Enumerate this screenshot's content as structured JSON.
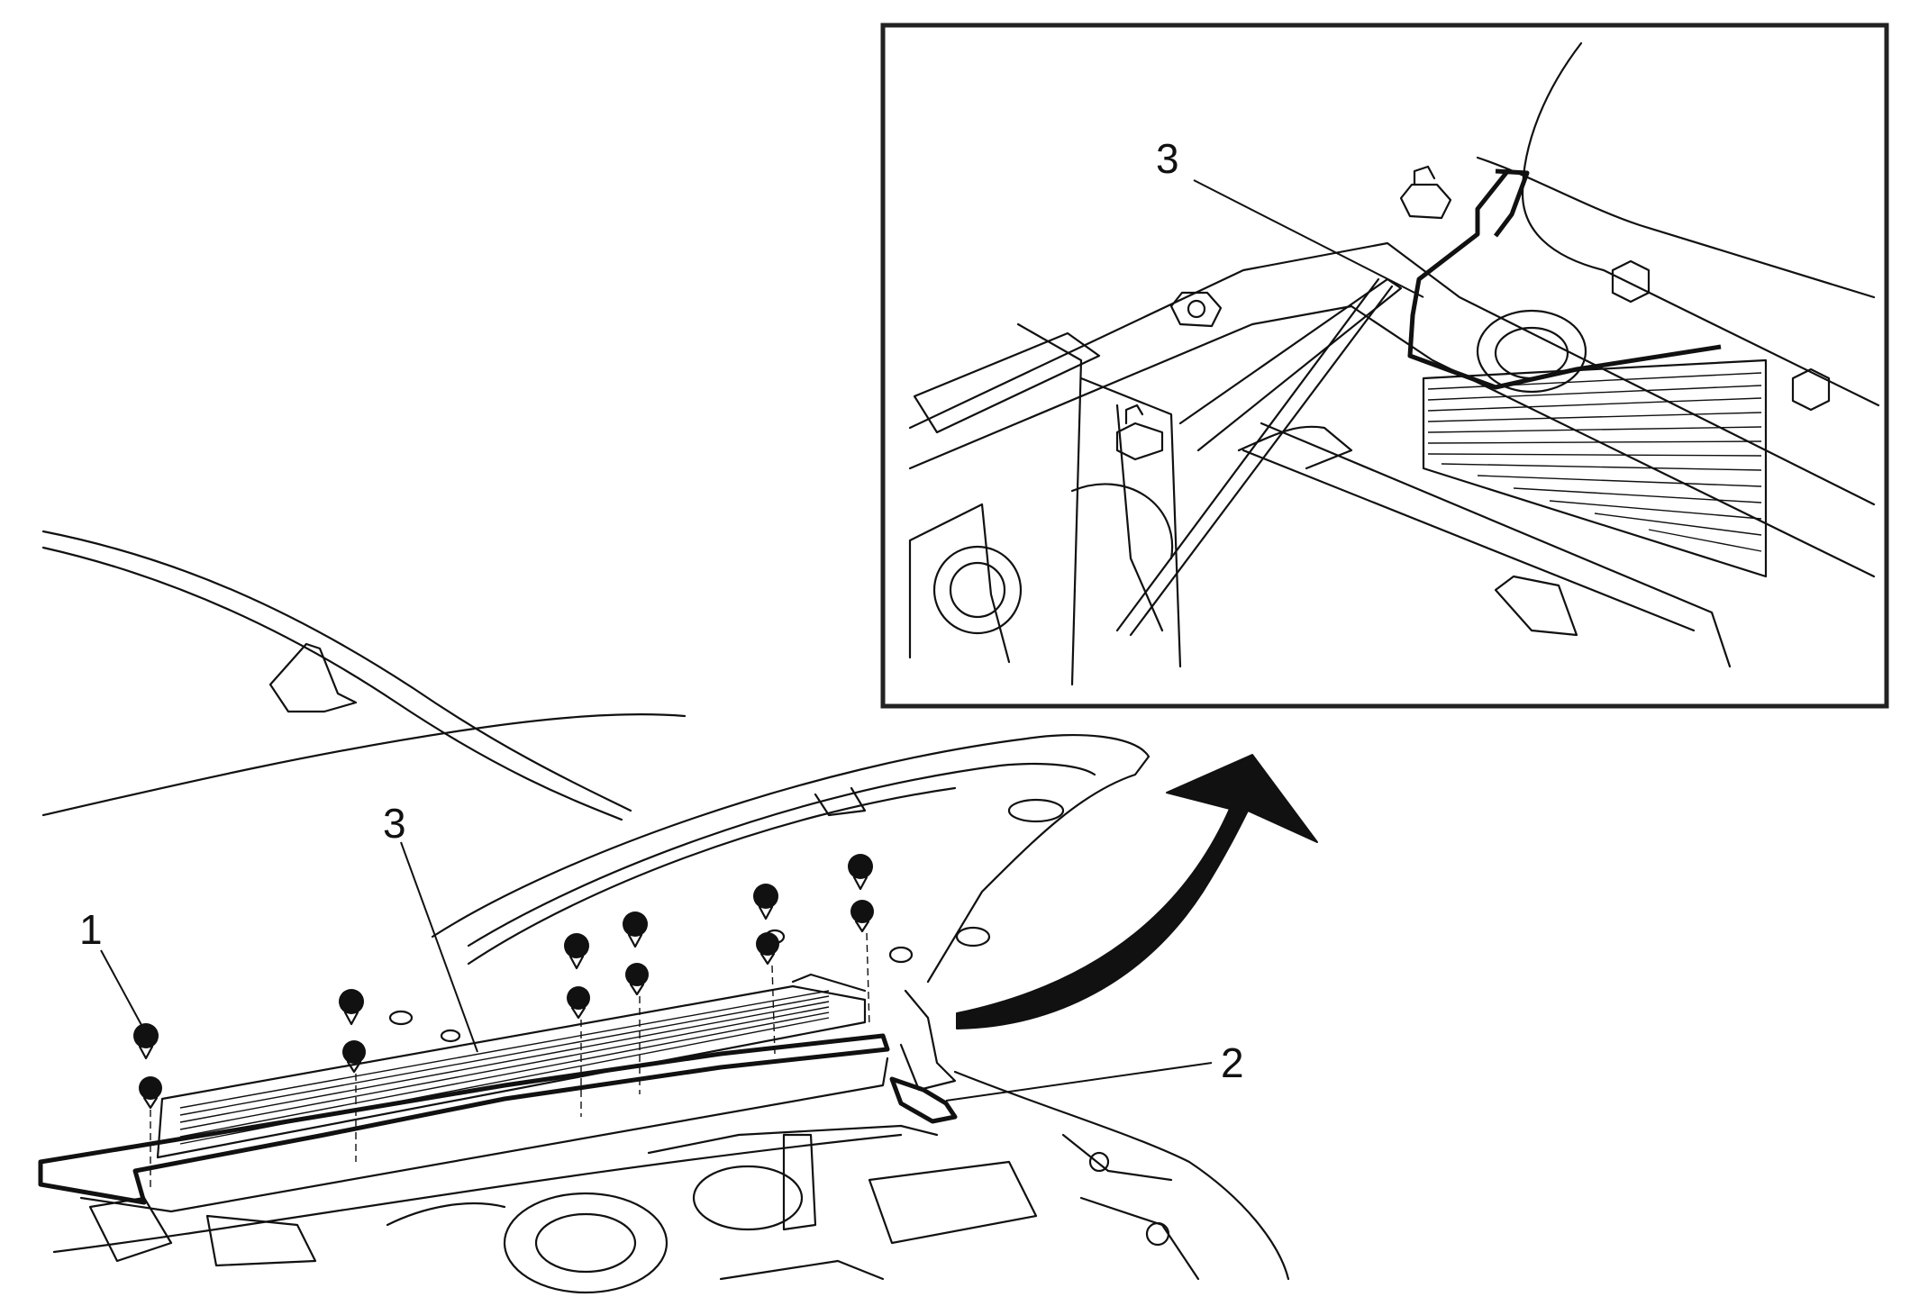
{
  "diagram": {
    "callouts": {
      "fastener": "1",
      "hood_seal": "2",
      "cowl_panel_seal": "3",
      "inset_cowl_panel_seal": "3"
    },
    "icons": {
      "rotation_arrow": "curved-arrow-icon",
      "fastener": "push-pin-retainer-icon"
    },
    "colors": {
      "line": "#111111",
      "background": "#ffffff",
      "inset_frame": "#222222"
    }
  }
}
